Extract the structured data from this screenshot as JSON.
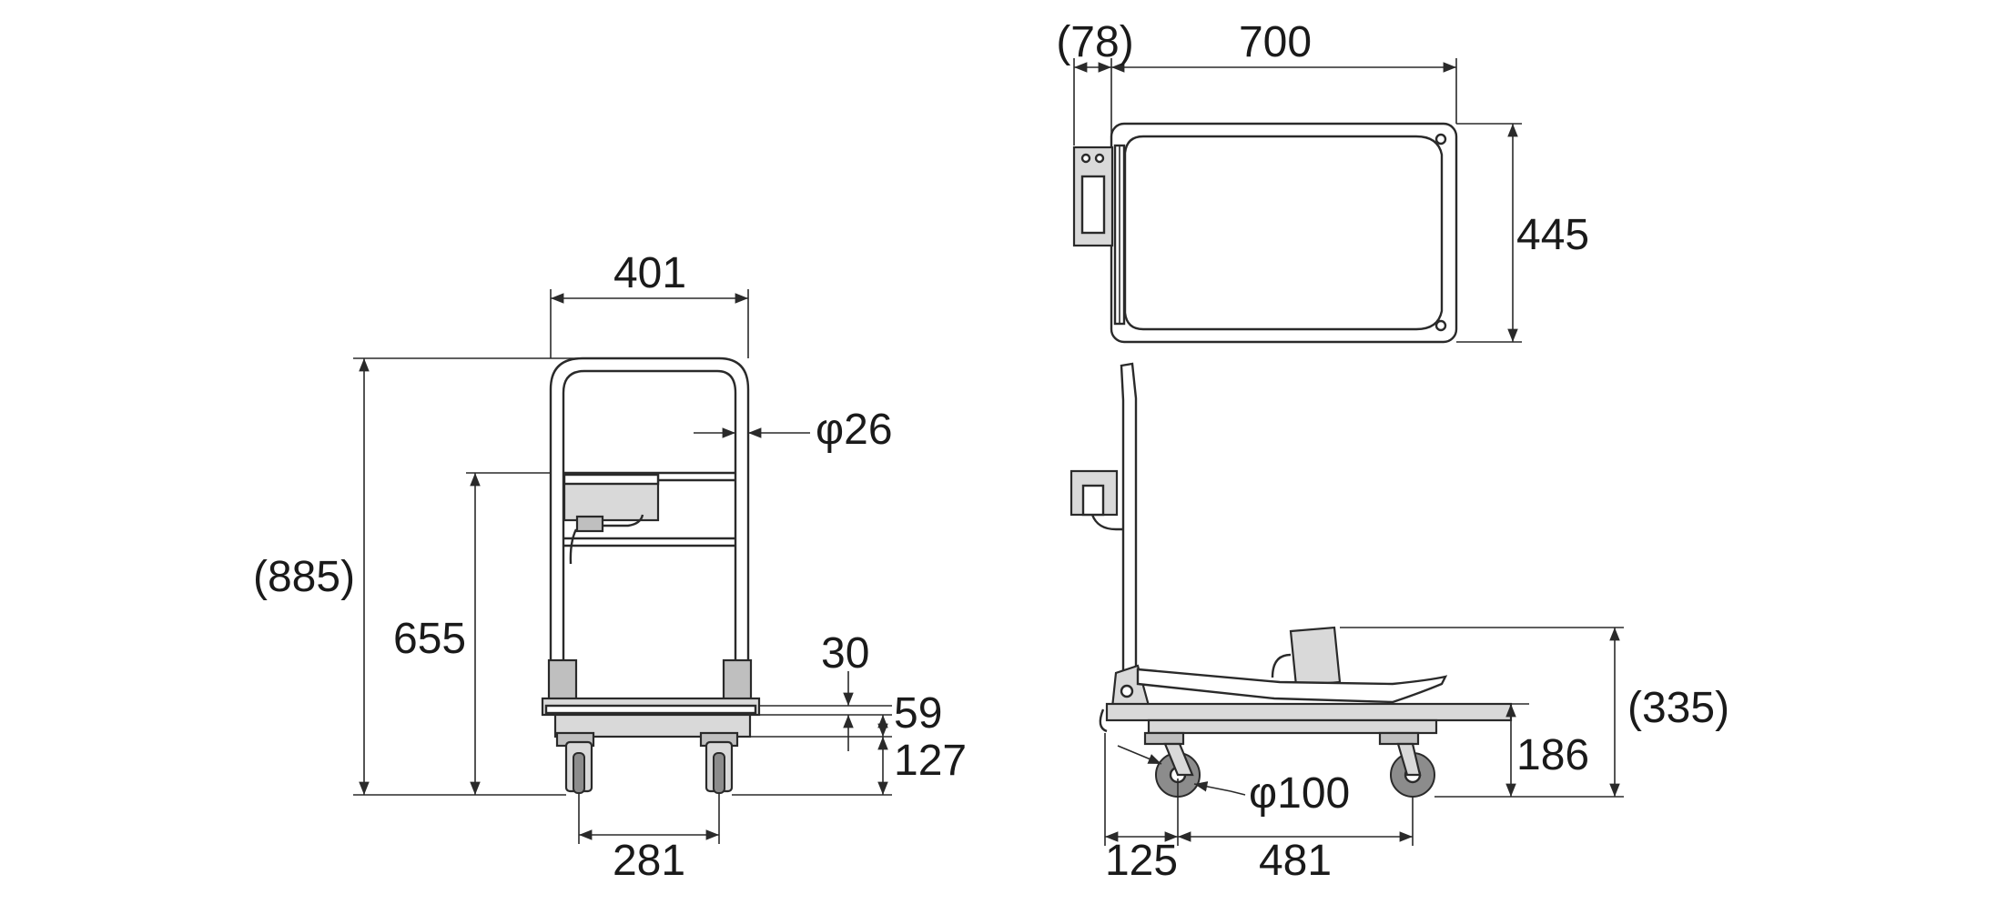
{
  "dimensions": {
    "display_depth": "(78)",
    "platform_length": "700",
    "platform_width": "445",
    "handle_width": "401",
    "handle_diameter": "φ26",
    "overall_height": "(885)",
    "display_height": "655",
    "deck_offset": "30",
    "deck_thickness": "59",
    "deck_height": "127",
    "caster_track": "281",
    "caster_diameter": "φ100",
    "wheel_offset": "125",
    "wheelbase": "481",
    "folded_height": "(335)",
    "platform_top_height": "186"
  },
  "colors": {
    "line": "#2a2a2a",
    "fill_light": "#d9d9d9",
    "fill_mid": "#bfbfbf",
    "fill_dark": "#8c8c8c"
  }
}
